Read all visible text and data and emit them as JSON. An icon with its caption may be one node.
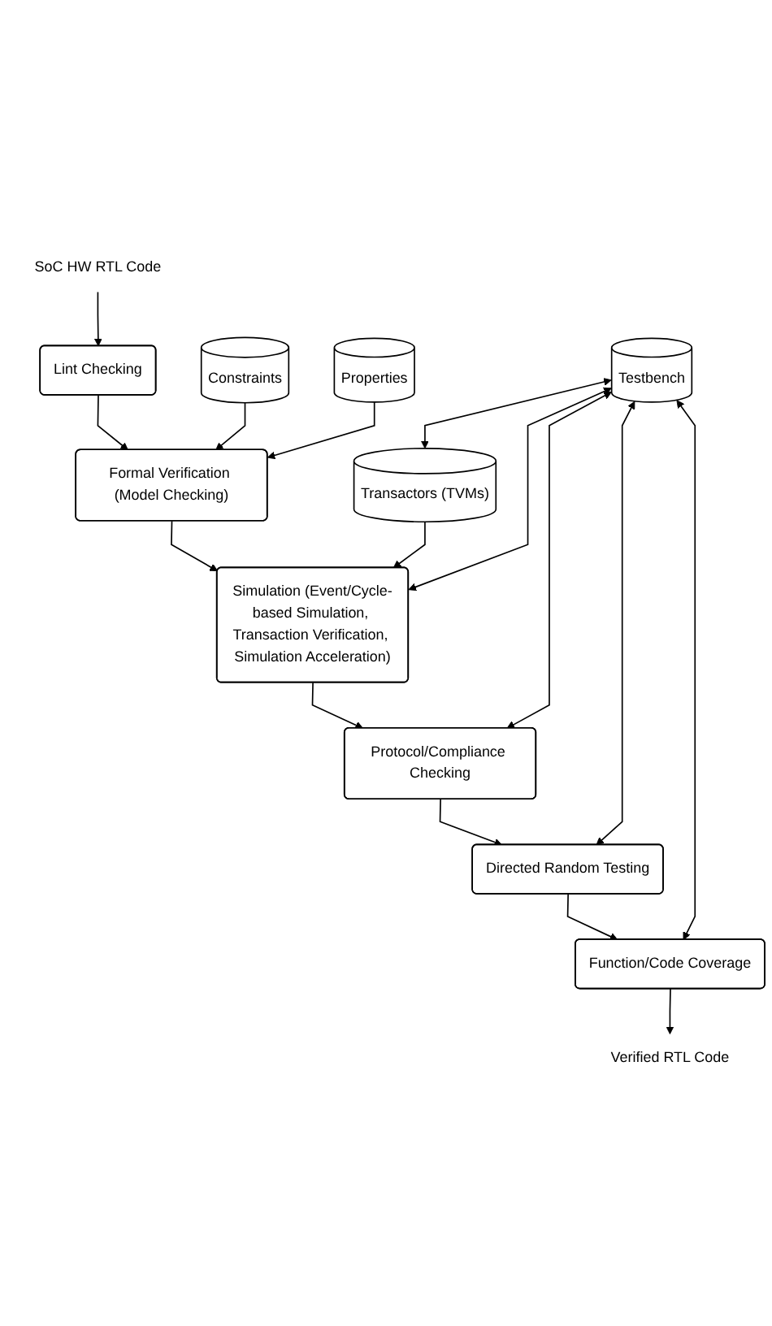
{
  "diagram": {
    "nodes": [
      {
        "text": [
          "SoC HW RTL Code"
        ]
      },
      {
        "text": [
          "Lint Checking"
        ]
      },
      {
        "text": [
          "Constraints"
        ]
      },
      {
        "text": [
          "Formal Verification (Model Checking)"
        ]
      },
      {
        "text": [
          "Properties"
        ]
      },
      {
        "text": [
          "Transactors (TVMs)"
        ]
      },
      {
        "text": [
          "Simulation (Event/Cycle-based Simulation, Transaction Verification, Simulation Acceleration)"
        ]
      },
      {
        "text": [
          "Protocol/Compliance Checking"
        ]
      },
      {
        "text": [
          "Testbench"
        ]
      },
      {
        "text": [
          "Directed Random Testing"
        ]
      },
      {
        "text": [
          "Function/Code Coverage"
        ]
      },
      {
        "text": [
          "Verified RTL Code"
        ]
      }
    ],
    "edges": [
      {
        "from": 0,
        "to": 1,
        "arrow": "to"
      },
      {
        "from": 1,
        "to": 3,
        "arrow": "to"
      },
      {
        "from": 2,
        "to": 3,
        "arrow": "to"
      },
      {
        "from": 4,
        "to": 3,
        "arrow": "to"
      },
      {
        "from": 3,
        "to": 6,
        "arrow": "to"
      },
      {
        "from": 5,
        "to": 6,
        "arrow": "to"
      },
      {
        "from": 6,
        "to": 7,
        "arrow": "to"
      },
      {
        "from": 7,
        "to": 9,
        "arrow": "to"
      },
      {
        "from": 9,
        "to": 10,
        "arrow": "to"
      },
      {
        "from": 10,
        "to": 11,
        "arrow": "to"
      },
      {
        "from": 8,
        "to": 5,
        "arrow": "both"
      },
      {
        "from": 8,
        "to": 6,
        "arrow": "both"
      },
      {
        "from": 8,
        "to": 7,
        "arrow": "both"
      },
      {
        "from": 8,
        "to": 9,
        "arrow": "both"
      },
      {
        "from": 8,
        "to": 10,
        "arrow": "both"
      }
    ]
  }
}
